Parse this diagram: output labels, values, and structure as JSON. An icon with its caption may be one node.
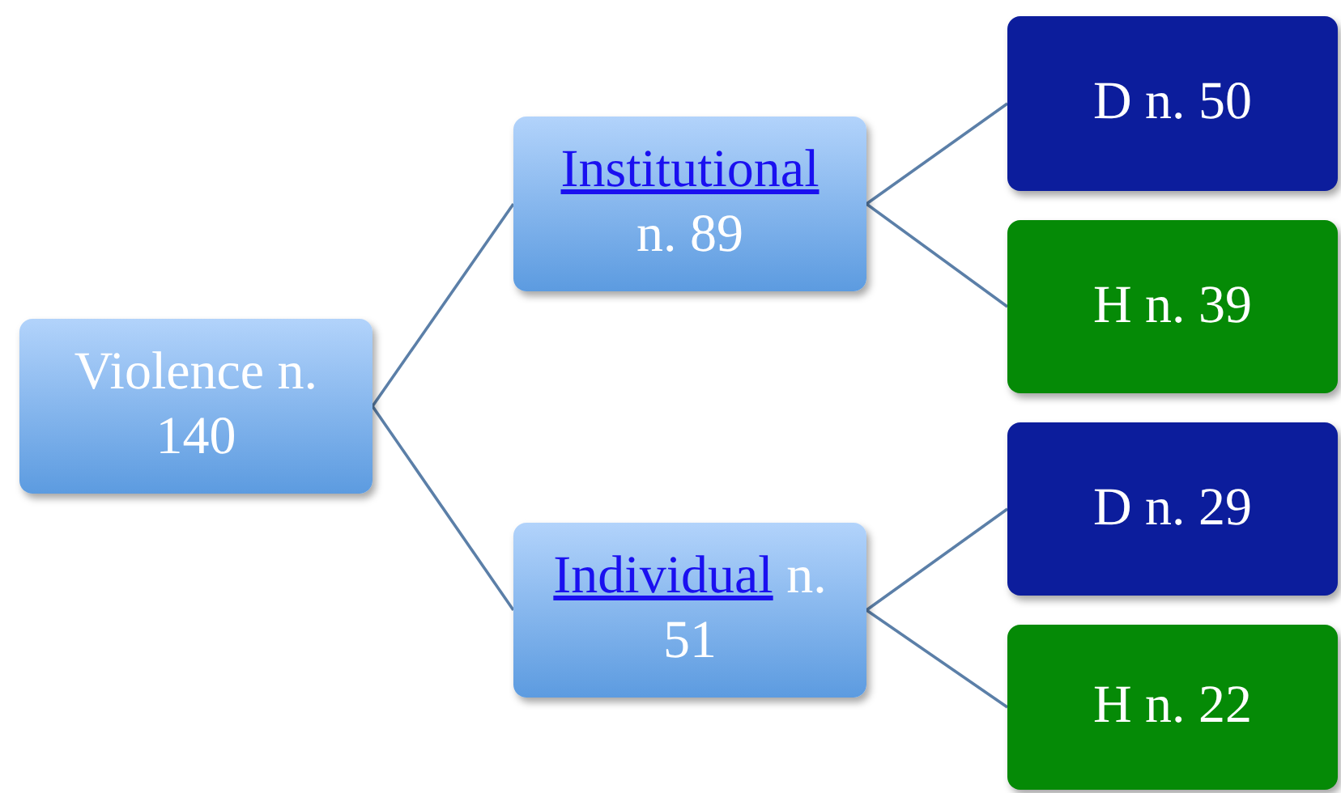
{
  "diagram": {
    "nodes": [
      {
        "text": [
          "Violence n. 140"
        ]
      },
      {
        "text": [
          "Institutional",
          "n. 89"
        ]
      },
      {
        "text": [
          "D n. 50"
        ]
      },
      {
        "text": [
          "H n. 39"
        ]
      },
      {
        "text": [
          "Individual",
          "n. 51"
        ]
      },
      {
        "text": [
          "D n. 29"
        ]
      },
      {
        "text": [
          "H n. 22"
        ]
      }
    ],
    "edges": [
      {
        "from": 0,
        "to": 1,
        "arrow": "none"
      },
      {
        "from": 0,
        "to": 4,
        "arrow": "none"
      },
      {
        "from": 1,
        "to": 2,
        "arrow": "none"
      },
      {
        "from": 1,
        "to": 3,
        "arrow": "none"
      },
      {
        "from": 4,
        "to": 5,
        "arrow": "none"
      },
      {
        "from": 4,
        "to": 6,
        "arrow": "none"
      }
    ]
  }
}
